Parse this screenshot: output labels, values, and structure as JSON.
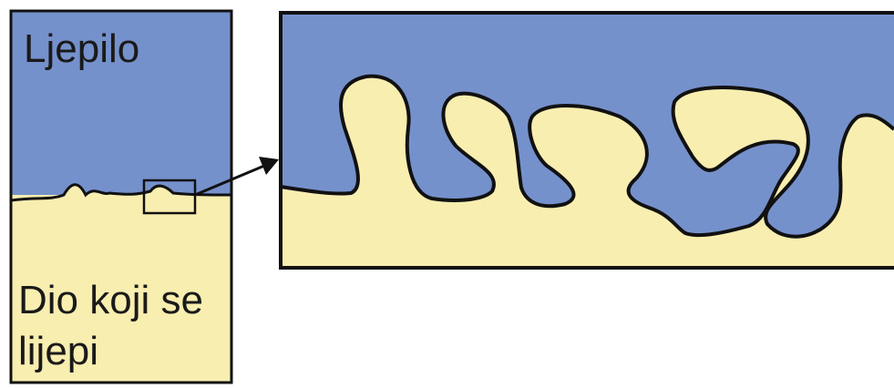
{
  "labels": {
    "adhesive": "Ljepilo",
    "substrate_line1": "Dio koji se",
    "substrate_line2": "lijepi"
  },
  "colors": {
    "adhesive": "#7591cc",
    "substrate": "#f8eeb0",
    "outline": "#111111",
    "background": "#ffffff"
  }
}
